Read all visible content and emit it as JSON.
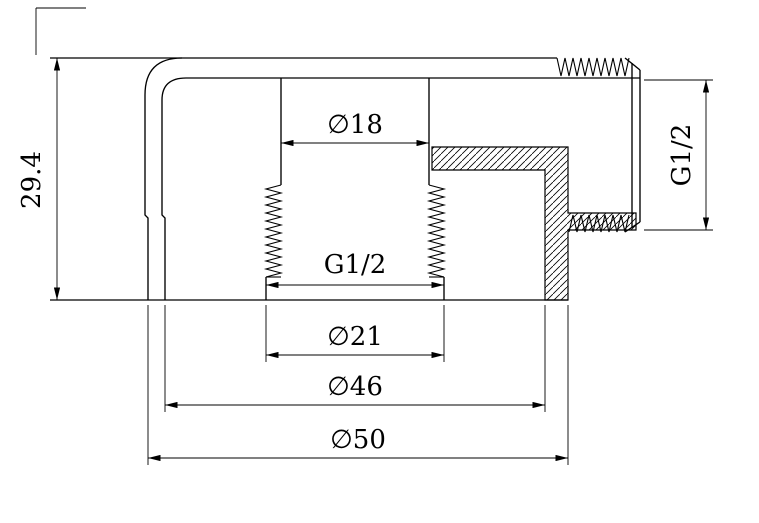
{
  "drawing": {
    "type": "technical-section-drawing",
    "colors": {
      "line": "#000000",
      "background": "#ffffff"
    },
    "dimensions": {
      "overall_height": "29.4",
      "bore_diameter": "∅18",
      "internal_thread": "G1/2",
      "thread_major_diameter": "∅21",
      "inner_rim_diameter": "∅46",
      "outer_diameter": "∅50",
      "male_thread": "G1/2"
    }
  }
}
